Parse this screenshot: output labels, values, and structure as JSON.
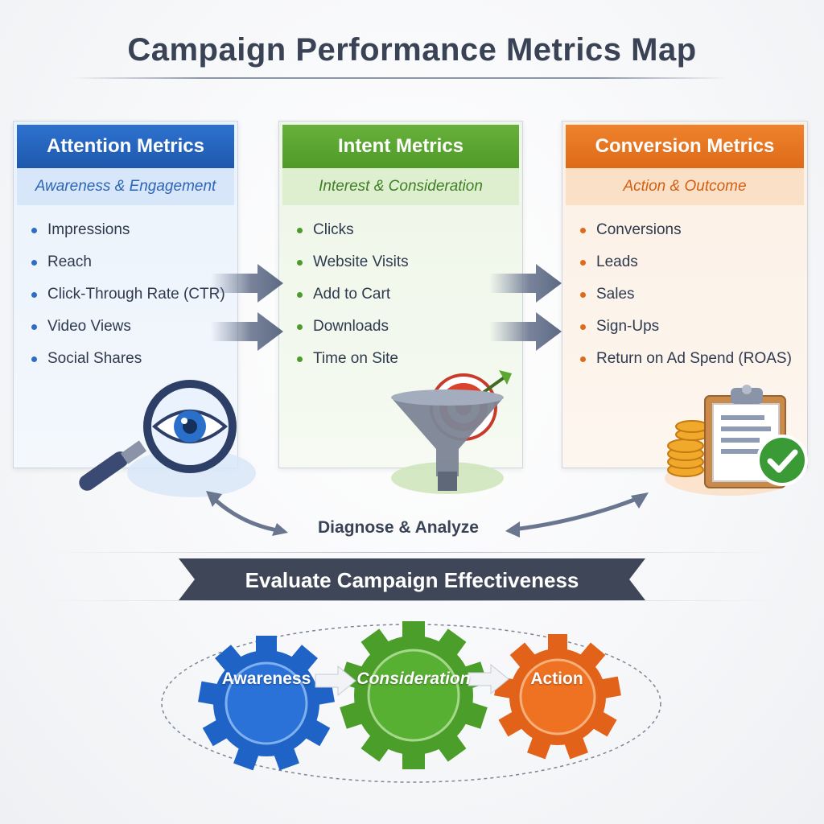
{
  "title": "Campaign Performance Metrics Map",
  "panels": {
    "attention": {
      "heading": "Attention Metrics",
      "subheading": "Awareness & Engagement",
      "items": [
        "Impressions",
        "Reach",
        "Click-Through Rate (CTR)",
        "Video Views",
        "Social Shares"
      ]
    },
    "intent": {
      "heading": "Intent Metrics",
      "subheading": "Interest & Consideration",
      "items": [
        "Clicks",
        "Website Visits",
        "Add to Cart",
        "Downloads",
        "Time on Site"
      ]
    },
    "conversion": {
      "heading": "Conversion Metrics",
      "subheading": "Action & Outcome",
      "items": [
        "Conversions",
        "Leads",
        "Sales",
        "Sign-Ups",
        "Return on Ad Spend (ROAS)"
      ]
    }
  },
  "diagnose_label": "Diagnose & Analyze",
  "banner_label": "Evaluate Campaign Effectiveness",
  "gears": [
    {
      "label": "Awareness",
      "color": "#1f63c6"
    },
    {
      "label": "Consideration",
      "color": "#4b9e2a"
    },
    {
      "label": "Action",
      "color": "#e3621a"
    }
  ],
  "colors": {
    "attention": "#1e58ac",
    "intent": "#4f9a29",
    "conversion": "#dd6a17",
    "banner": "#3e4658",
    "arrows": "#6a7690"
  },
  "icons": [
    "magnifier-eye-icon",
    "funnel-target-icon",
    "clipboard-coins-check-icon"
  ]
}
